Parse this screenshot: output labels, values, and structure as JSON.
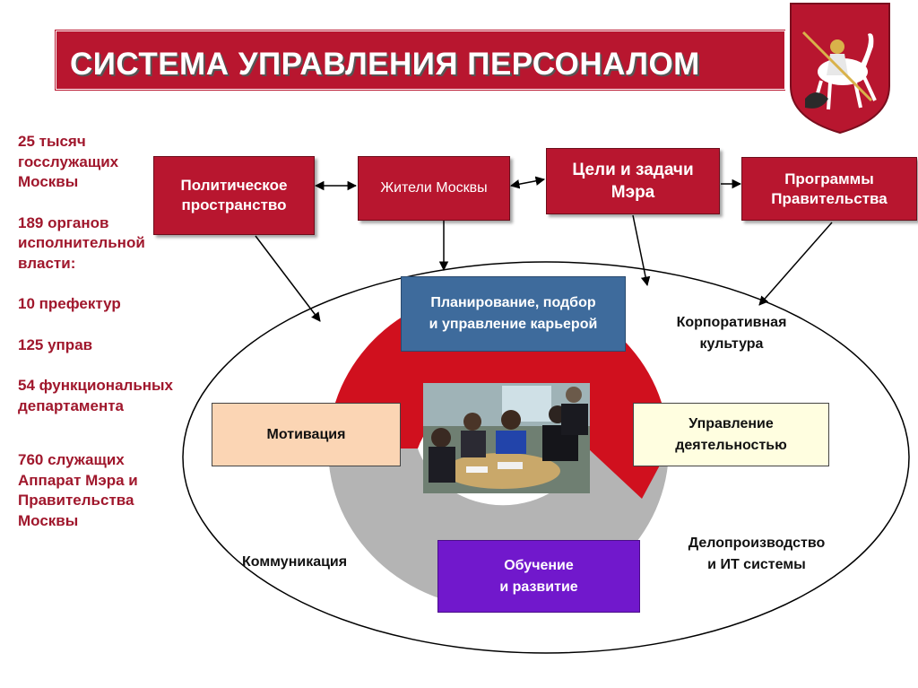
{
  "title": "СИСТЕМА УПРАВЛЕНИЯ ПЕРСОНАЛОМ",
  "stats": [
    {
      "lines": [
        "25 тысяч",
        "госслужащих",
        "Москвы"
      ]
    },
    {
      "lines": [
        "189 органов",
        "исполнительной",
        "власти:"
      ]
    },
    {
      "lines": [
        "10 префектур"
      ]
    },
    {
      "lines": [
        "125 управ"
      ]
    },
    {
      "lines": [
        "54 функциональных",
        "департамента"
      ]
    },
    {
      "lines": [
        "760 служащих",
        "Аппарат Мэра и",
        "Правительства",
        "Москвы"
      ]
    }
  ],
  "top_boxes": {
    "political": [
      "Политическое",
      "пространство"
    ],
    "residents": [
      "Жители Москвы"
    ],
    "mayor_goals": [
      "Цели и задачи",
      "Мэра"
    ],
    "programs": [
      "Программы",
      "Правительства"
    ]
  },
  "cycle": {
    "planning": [
      "Планирование, подбор",
      "и управление карьерой"
    ],
    "motivation": [
      "Мотивация"
    ],
    "performance": [
      "Управление",
      "деятельностью"
    ],
    "training": [
      "Обучение",
      "и развитие"
    ]
  },
  "ellipse_labels": {
    "corporate_culture": [
      "Корпоративная",
      "культура"
    ],
    "communication": "Коммуникация",
    "records_it": [
      "Делопроизводство",
      "и ИТ системы"
    ]
  },
  "colors": {
    "brand_red": "#b8162f",
    "stats_text": "#a0172c",
    "planning_blue": "#3e6b9c",
    "motivation_fill": "#fbd5b4",
    "performance_fill": "#fffee0",
    "training_purple": "#7118cc",
    "ring_red": "#d0101e",
    "ring_gray": "#b4b4b4"
  }
}
